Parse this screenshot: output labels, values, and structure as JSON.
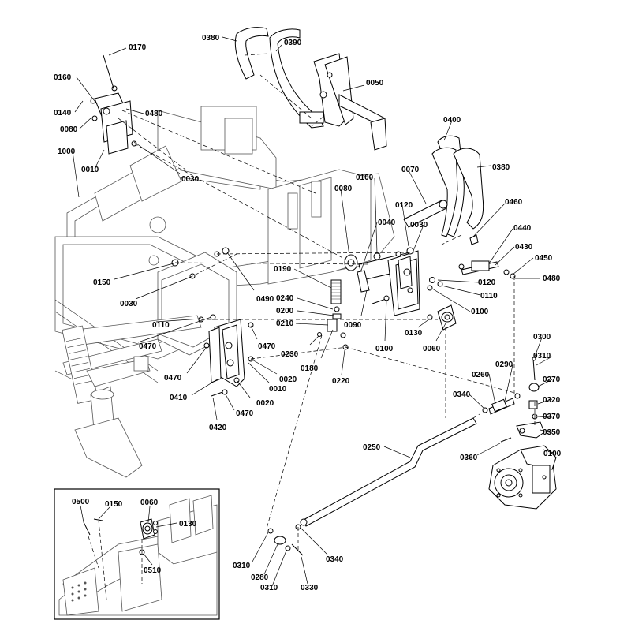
{
  "diagram": {
    "callouts": [
      "0380",
      "0390",
      "0050",
      "0170",
      "0160",
      "0480",
      "0140",
      "0080",
      "0010",
      "1000",
      "0030",
      "0400",
      "0380",
      "0070",
      "0100",
      "0080",
      "0040",
      "0120",
      "0030",
      "0460",
      "0440",
      "0430",
      "0450",
      "0480",
      "0120",
      "0110",
      "0100",
      "0190",
      "0240",
      "0200",
      "0210",
      "0230",
      "0180",
      "0220",
      "0090",
      "0100",
      "0130",
      "0060",
      "0150",
      "0030",
      "0490",
      "0110",
      "0470",
      "0470",
      "0470",
      "0410",
      "0010",
      "0020",
      "0020",
      "0470",
      "0420",
      "0300",
      "0310",
      "0270",
      "0290",
      "0260",
      "0340",
      "0320",
      "0370",
      "0350",
      "0250",
      "0360",
      "0100",
      "0310",
      "0280",
      "0310",
      "0330",
      "0340"
    ],
    "inset_callouts": [
      "0500",
      "0150",
      "0060",
      "0130",
      "0510"
    ]
  }
}
